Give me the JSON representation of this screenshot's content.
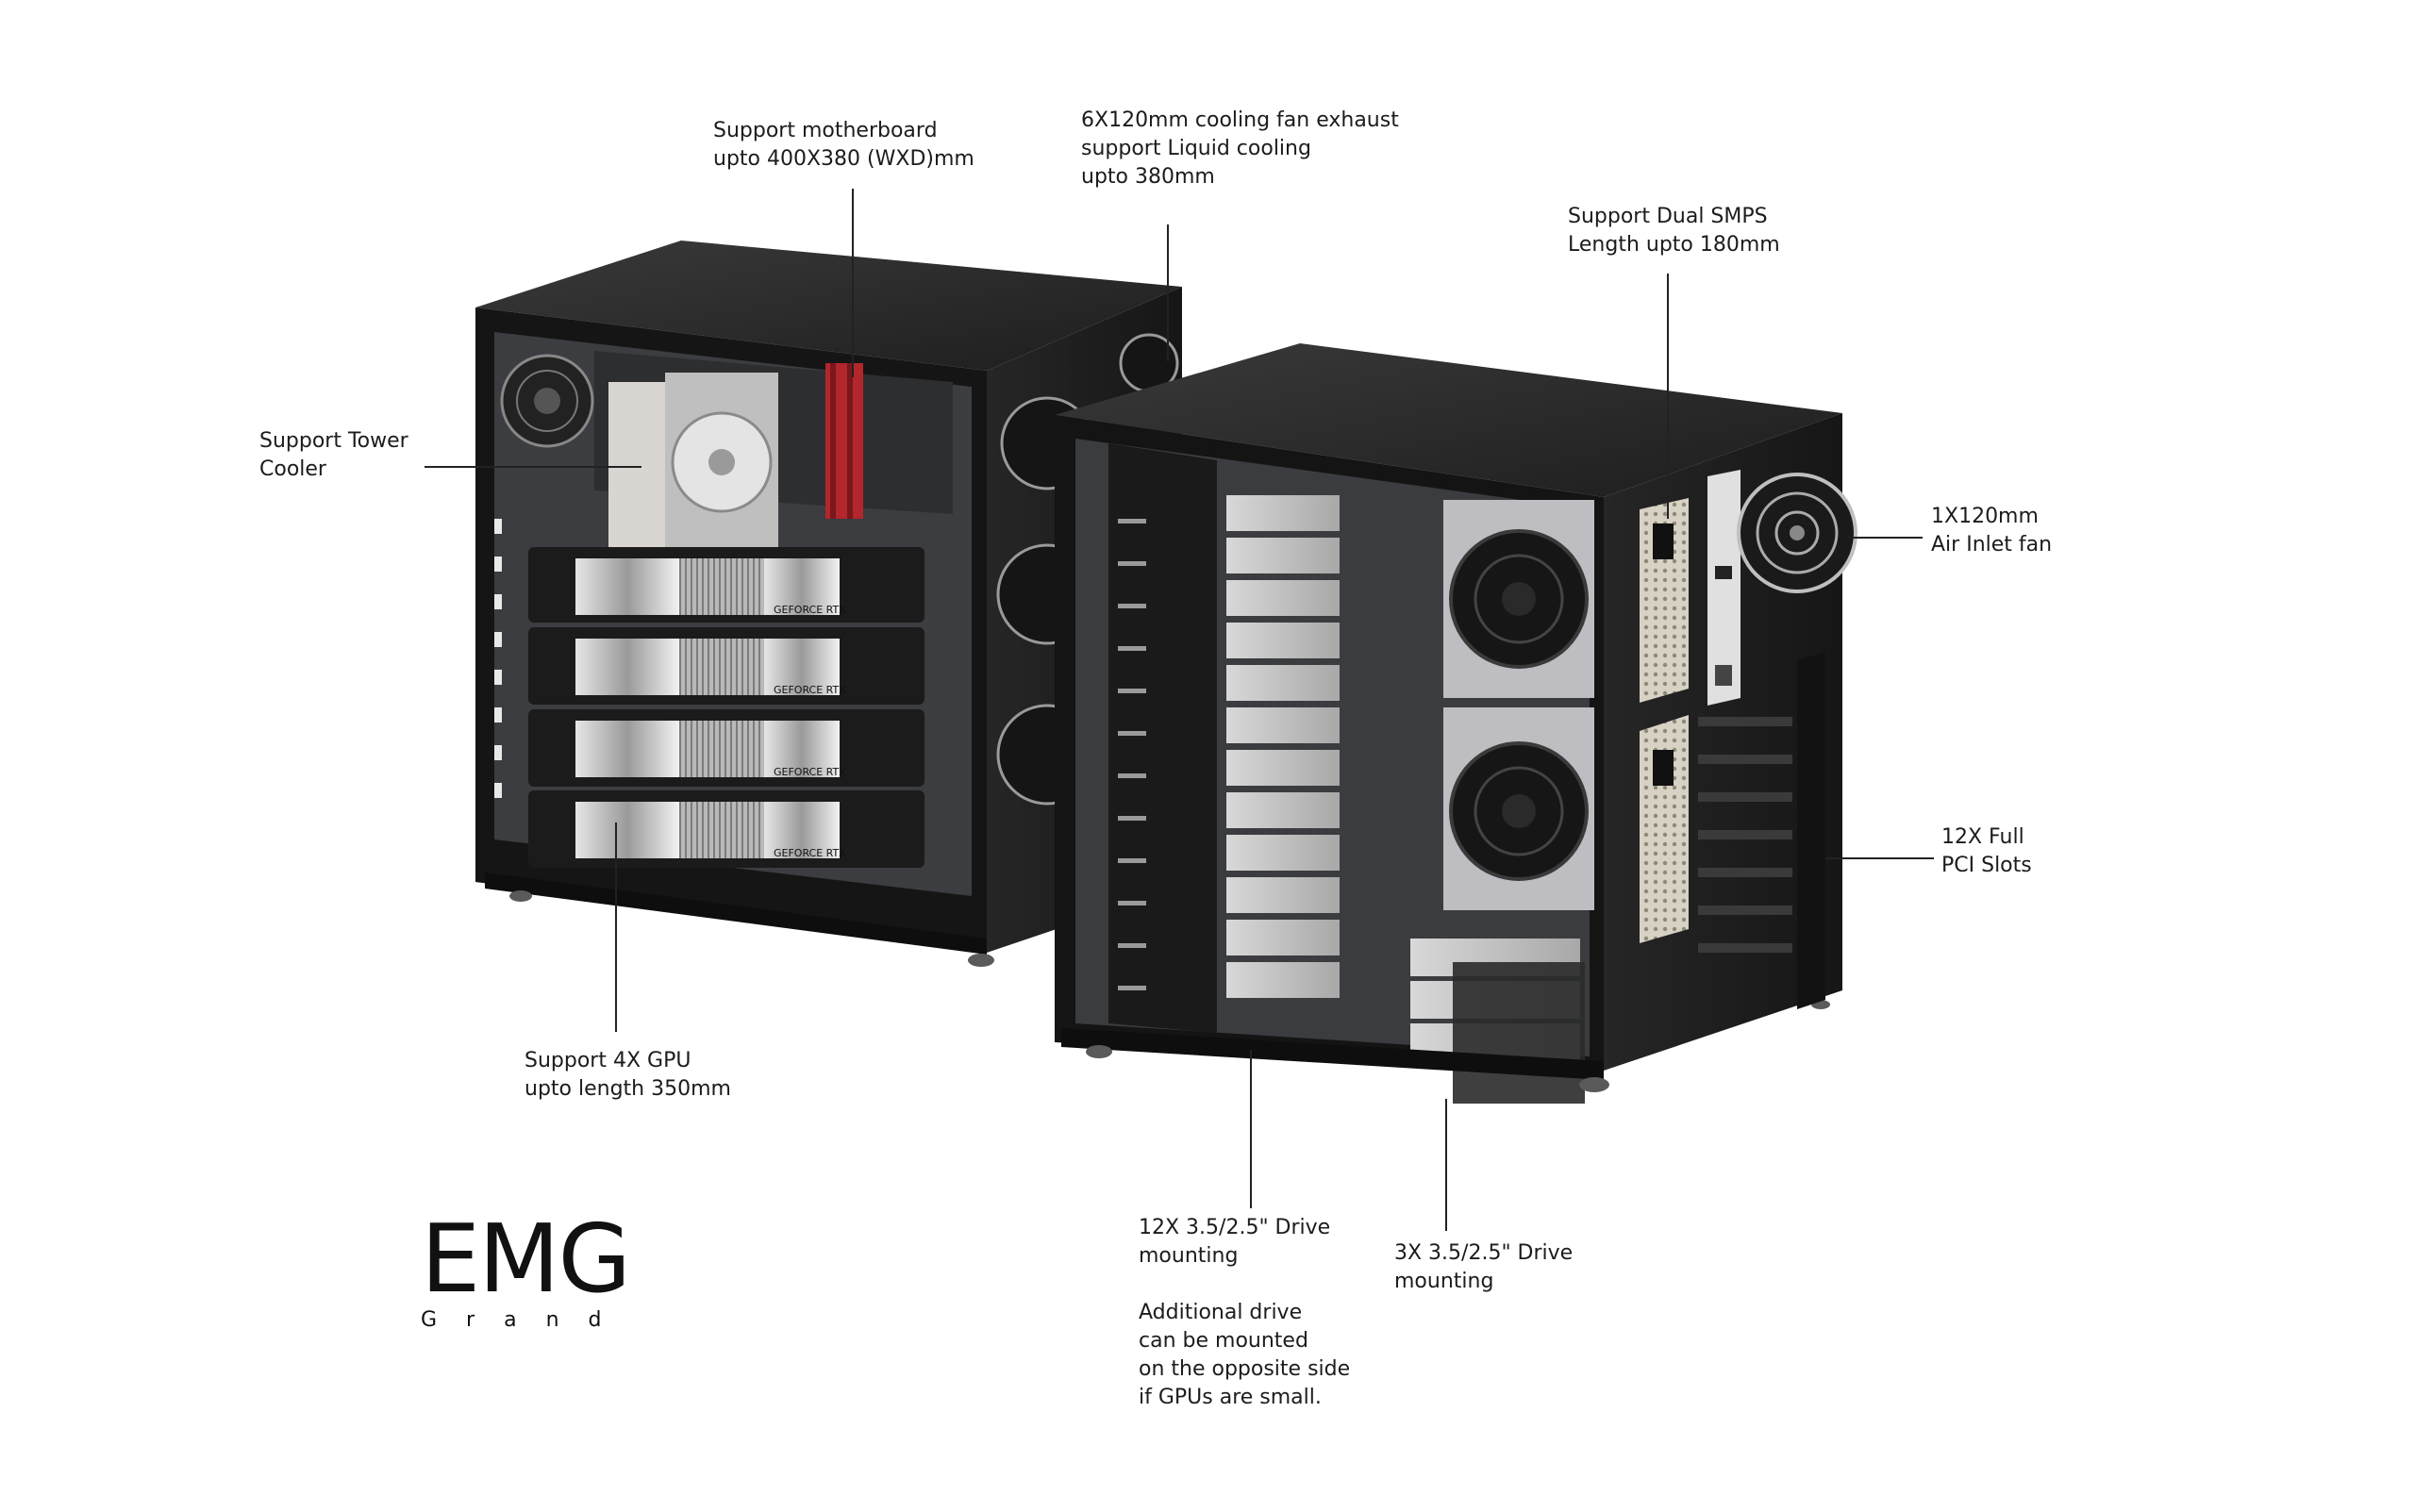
{
  "callouts": {
    "motherboard": [
      "Support motherboard",
      "upto 400X380 (WXD)mm"
    ],
    "fans_exhaust": [
      "6X120mm cooling fan exhaust",
      "support Liquid cooling",
      "upto 380mm"
    ],
    "smps": [
      "Support Dual SMPS",
      "Length upto 180mm"
    ],
    "tower_cooler": [
      "Support Tower",
      "Cooler"
    ],
    "inlet_fan": [
      "1X120mm",
      "Air Inlet fan"
    ],
    "pci_slots": [
      "12X Full",
      "PCI Slots"
    ],
    "gpu": [
      "Support 4X GPU",
      "upto length 350mm"
    ],
    "drives_12": [
      "12X 3.5/2.5\" Drive",
      "mounting"
    ],
    "drives_note": [
      "Additional drive",
      "can be mounted",
      "on the opposite side",
      "if GPUs are small."
    ],
    "drives_3": [
      "3X 3.5/2.5\" Drive",
      "mounting"
    ]
  },
  "gpu_brand_text": "GEFORCE RTX",
  "brand": {
    "name": "EMG",
    "subtitle": "Grand"
  },
  "colors": {
    "case": "#1f1f1f",
    "case_side": "#2a2a2a",
    "accent_red": "#b3262c",
    "metal": "#c8c8c8"
  }
}
